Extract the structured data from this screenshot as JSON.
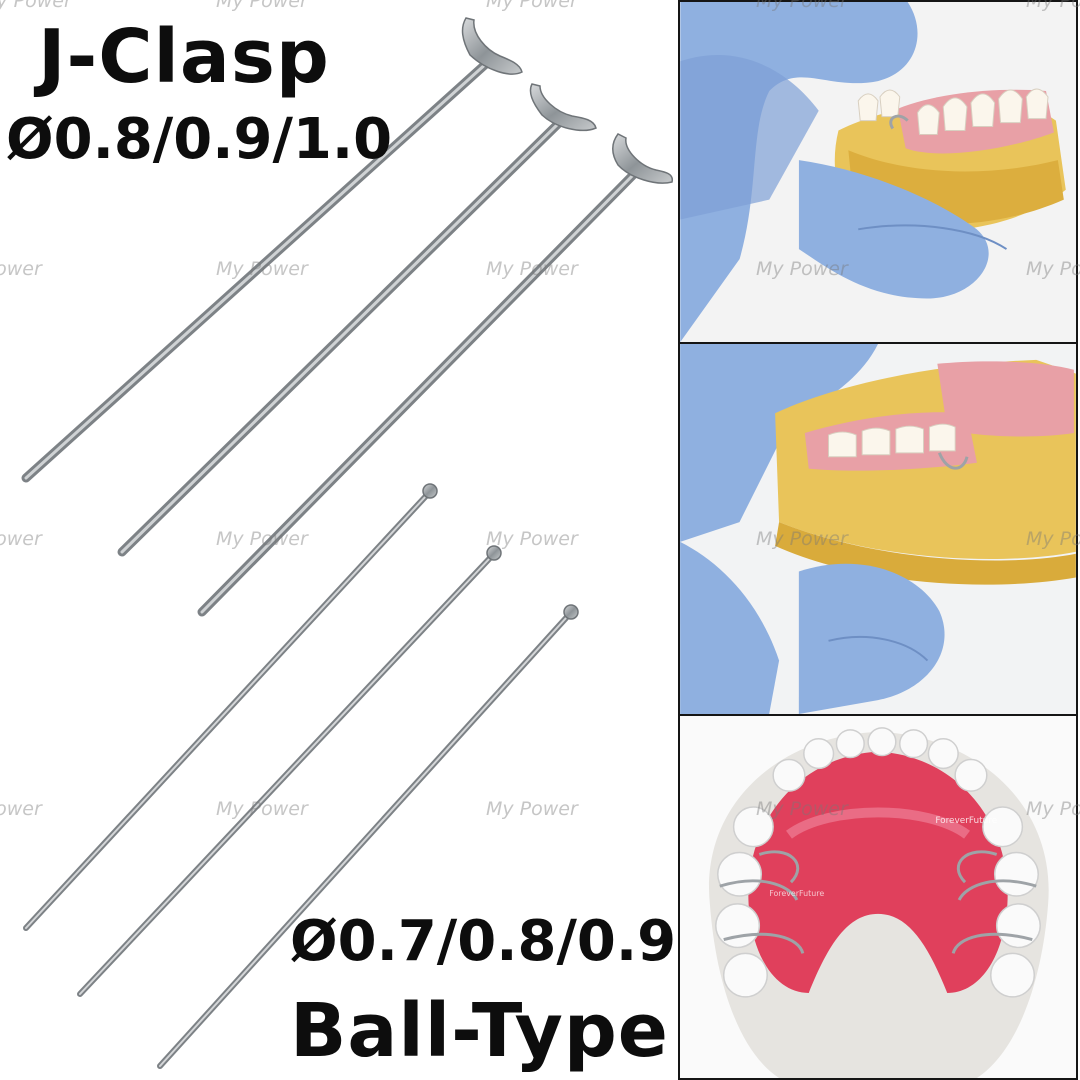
{
  "jclasp": {
    "title": "J-Clasp",
    "sizes": "Ø0.8/0.9/1.0"
  },
  "balltype": {
    "title": "Ball-Type",
    "sizes": "Ø0.7/0.8/0.9"
  },
  "watermark": "My Power",
  "panel3": {
    "brand": "ForeverFuture"
  },
  "colors": {
    "text": "#0d0d0d",
    "wire": "#9ea3a7",
    "glove": "#8fb0e0",
    "stone": "#e9c45a",
    "gum": "#e8a0a6",
    "acrylic": "#e0405c"
  },
  "icons": [
    "j-clasp-wire-icon",
    "ball-clasp-wire-icon"
  ]
}
